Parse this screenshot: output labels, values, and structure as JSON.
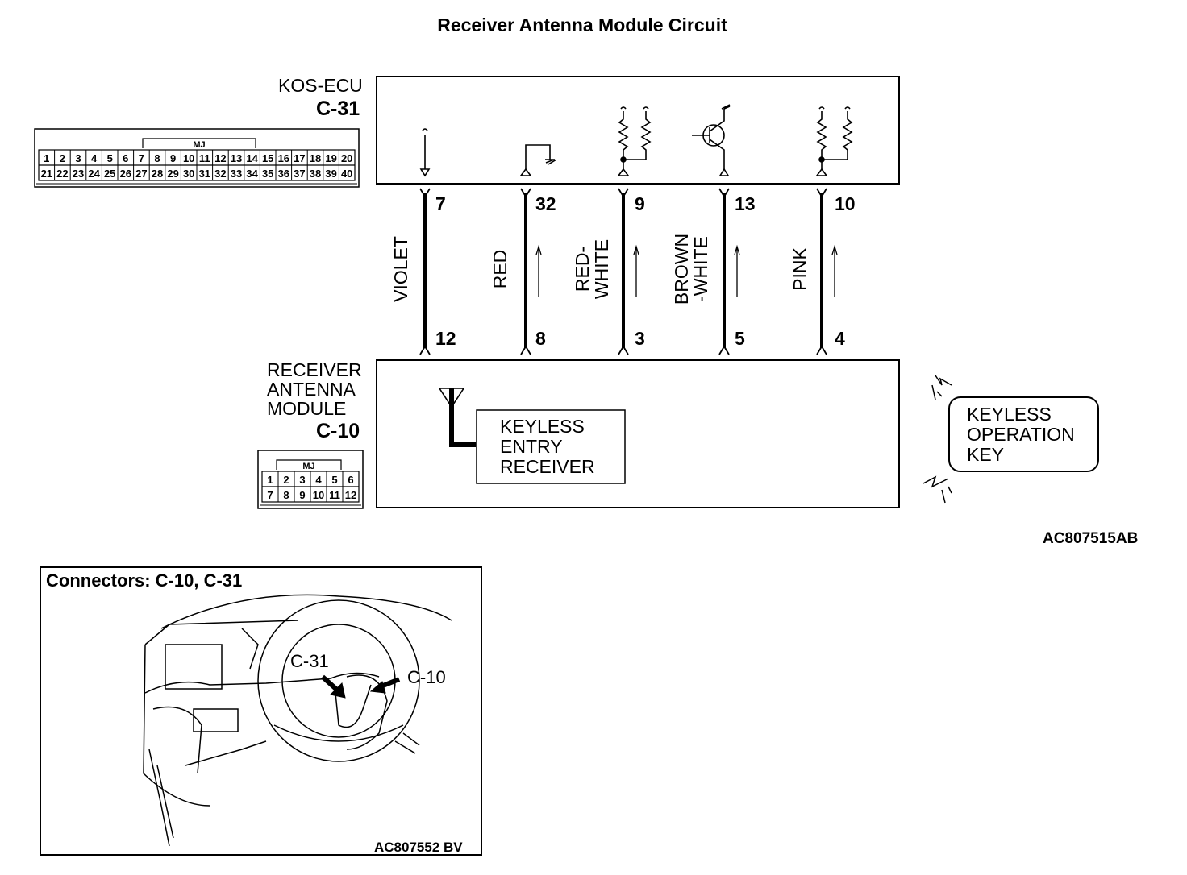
{
  "title": "Receiver Antenna Module Circuit",
  "ecu": {
    "name": "KOS-ECU",
    "connector": "C-31",
    "tag": "MJ",
    "pins_top": [
      "1",
      "2",
      "3",
      "4",
      "5",
      "6",
      "7",
      "8",
      "9",
      "10",
      "11",
      "12",
      "13",
      "14",
      "15",
      "16",
      "17",
      "18",
      "19",
      "20"
    ],
    "pins_bottom": [
      "21",
      "22",
      "23",
      "24",
      "25",
      "26",
      "27",
      "28",
      "29",
      "30",
      "31",
      "32",
      "33",
      "34",
      "35",
      "36",
      "37",
      "38",
      "39",
      "40"
    ]
  },
  "module": {
    "name_lines": [
      "RECEIVER",
      "ANTENNA",
      "MODULE"
    ],
    "connector": "C-10",
    "tag": "MJ",
    "pins_top": [
      "1",
      "2",
      "3",
      "4",
      "5",
      "6"
    ],
    "pins_bottom": [
      "7",
      "8",
      "9",
      "10",
      "11",
      "12"
    ]
  },
  "wires": [
    {
      "ecu_pin": "7",
      "module_pin": "12",
      "color_lines": [
        "VIOLET"
      ],
      "signal_arrow": false
    },
    {
      "ecu_pin": "32",
      "module_pin": "8",
      "color_lines": [
        "RED"
      ],
      "signal_arrow": true
    },
    {
      "ecu_pin": "9",
      "module_pin": "3",
      "color_lines": [
        "RED-",
        "WHITE"
      ],
      "signal_arrow": true
    },
    {
      "ecu_pin": "13",
      "module_pin": "5",
      "color_lines": [
        "BROWN",
        "-WHITE"
      ],
      "signal_arrow": true
    },
    {
      "ecu_pin": "10",
      "module_pin": "4",
      "color_lines": [
        "PINK"
      ],
      "signal_arrow": true
    }
  ],
  "receiver_box": [
    "KEYLESS",
    "ENTRY",
    "RECEIVER"
  ],
  "key_box": [
    "KEYLESS",
    "OPERATION",
    "KEY"
  ],
  "figure_code_circuit": "AC807515AB",
  "connectors_panel": {
    "title": "Connectors: C-10, C-31",
    "callouts": [
      "C-31",
      "C-10"
    ],
    "figure_code": "AC807552 BV"
  }
}
